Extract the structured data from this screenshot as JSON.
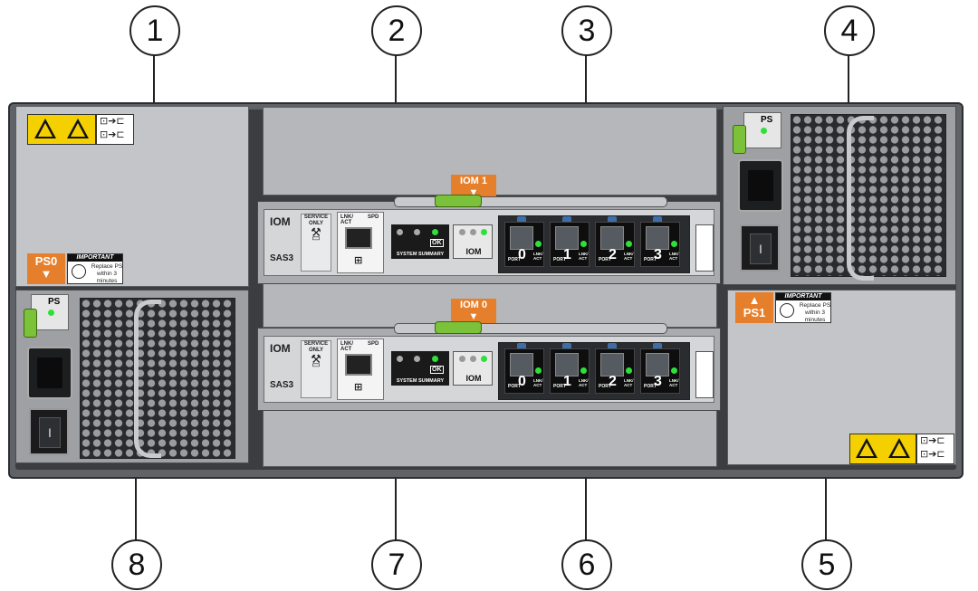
{
  "callouts": [
    {
      "id": "1",
      "label": "1"
    },
    {
      "id": "2",
      "label": "2"
    },
    {
      "id": "3",
      "label": "3"
    },
    {
      "id": "4",
      "label": "4"
    },
    {
      "id": "5",
      "label": "5"
    },
    {
      "id": "6",
      "label": "6"
    },
    {
      "id": "7",
      "label": "7"
    },
    {
      "id": "8",
      "label": "8"
    }
  ],
  "psu_left": {
    "tag_line1": "PS0",
    "tag_arrow": "▼",
    "ps_label": "PS"
  },
  "psu_right": {
    "tag_arrow": "▲",
    "tag_line2": "PS1",
    "ps_label": "PS"
  },
  "important": {
    "header": "IMPORTANT",
    "text": "Replace PS within 3 minutes"
  },
  "iom_tags": {
    "top": "IOM 1",
    "bottom": "IOM 0",
    "arrow": "▼"
  },
  "iom": {
    "name": "IOM",
    "sas": "SAS3",
    "service_only": "SERVICE ONLY",
    "lnk_act": "LNK/ ACT",
    "spd": "SPD",
    "system_summary": "SYSTEM SUMMARY",
    "ok": "OK",
    "iom_label": "IOM",
    "port_label": "PORT",
    "ports": [
      "0",
      "1",
      "2",
      "3"
    ]
  },
  "colors": {
    "chassis": "#5f6266",
    "panel": "#b5b7ba",
    "tag_orange": "#e67f2c",
    "warning_yellow": "#f4d000",
    "latch_green": "#7cc13a",
    "led_green": "#2ee03a"
  },
  "icons": [
    "hazard-triangle-icon",
    "electric-shock-icon",
    "power-plug-icon",
    "clock-icon",
    "wrench-icon",
    "usb-icon",
    "network-icon"
  ]
}
